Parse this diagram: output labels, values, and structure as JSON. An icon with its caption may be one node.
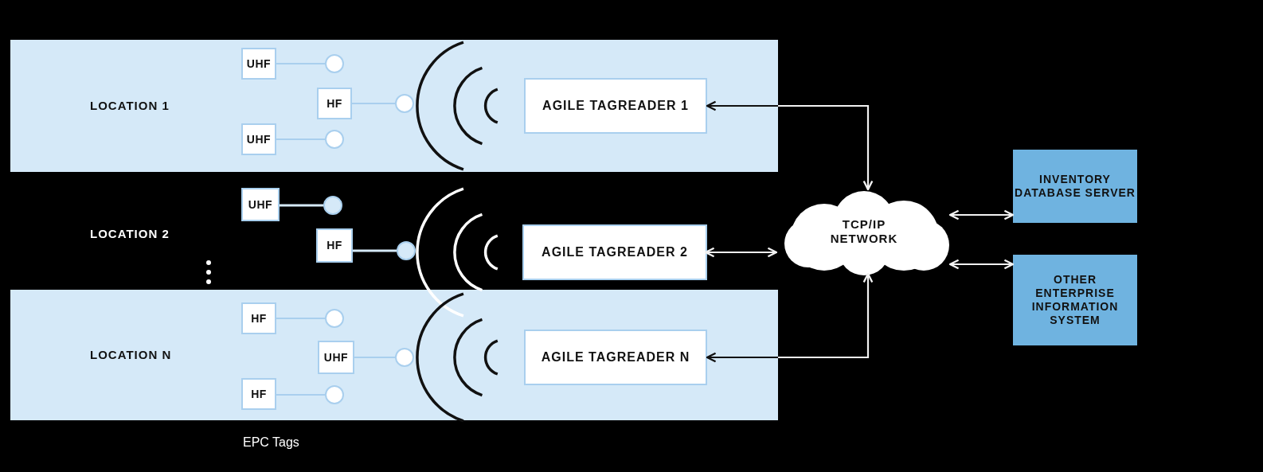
{
  "diagram": {
    "nodes": [
      {
        "text": [
          "LOCATION 1"
        ]
      },
      {
        "text": [
          "UHF"
        ],
        "in": 0
      },
      {
        "text": [
          "HF"
        ],
        "in": 0
      },
      {
        "text": [
          "UHF"
        ],
        "in": 0
      },
      {
        "text": [
          "AGILE TAGREADER 1"
        ],
        "in": 0
      },
      {
        "text": [
          "UHF"
        ]
      },
      {
        "text": [
          "HF"
        ]
      },
      {
        "text": [
          "AGILE TAGREADER 2"
        ]
      },
      {
        "text": [
          "LOCATION N"
        ]
      },
      {
        "text": [
          "HF"
        ],
        "in": 8
      },
      {
        "text": [
          "UHF"
        ],
        "in": 8
      },
      {
        "text": [
          "HF"
        ],
        "in": 8
      },
      {
        "text": [
          "AGILE TAGREADER N"
        ],
        "in": 8
      },
      {
        "text": [
          "TCP/IP NETWORK"
        ]
      },
      {
        "text": [
          "INVENTORY DATABASE SERVER"
        ]
      },
      {
        "text": [
          "OTHER ENTERPRISE INFORMATION SYSTEM"
        ]
      }
    ],
    "edges": [
      {
        "from": 4,
        "to": 13,
        "arrow": "both"
      },
      {
        "from": 7,
        "to": 13,
        "arrow": "both"
      },
      {
        "from": 12,
        "to": 13,
        "arrow": "both"
      },
      {
        "from": 13,
        "to": 14,
        "arrow": "both"
      },
      {
        "from": 13,
        "to": 15,
        "arrow": "both"
      }
    ],
    "labels": [
      "LOCATION 2",
      "EPC Tags"
    ]
  }
}
